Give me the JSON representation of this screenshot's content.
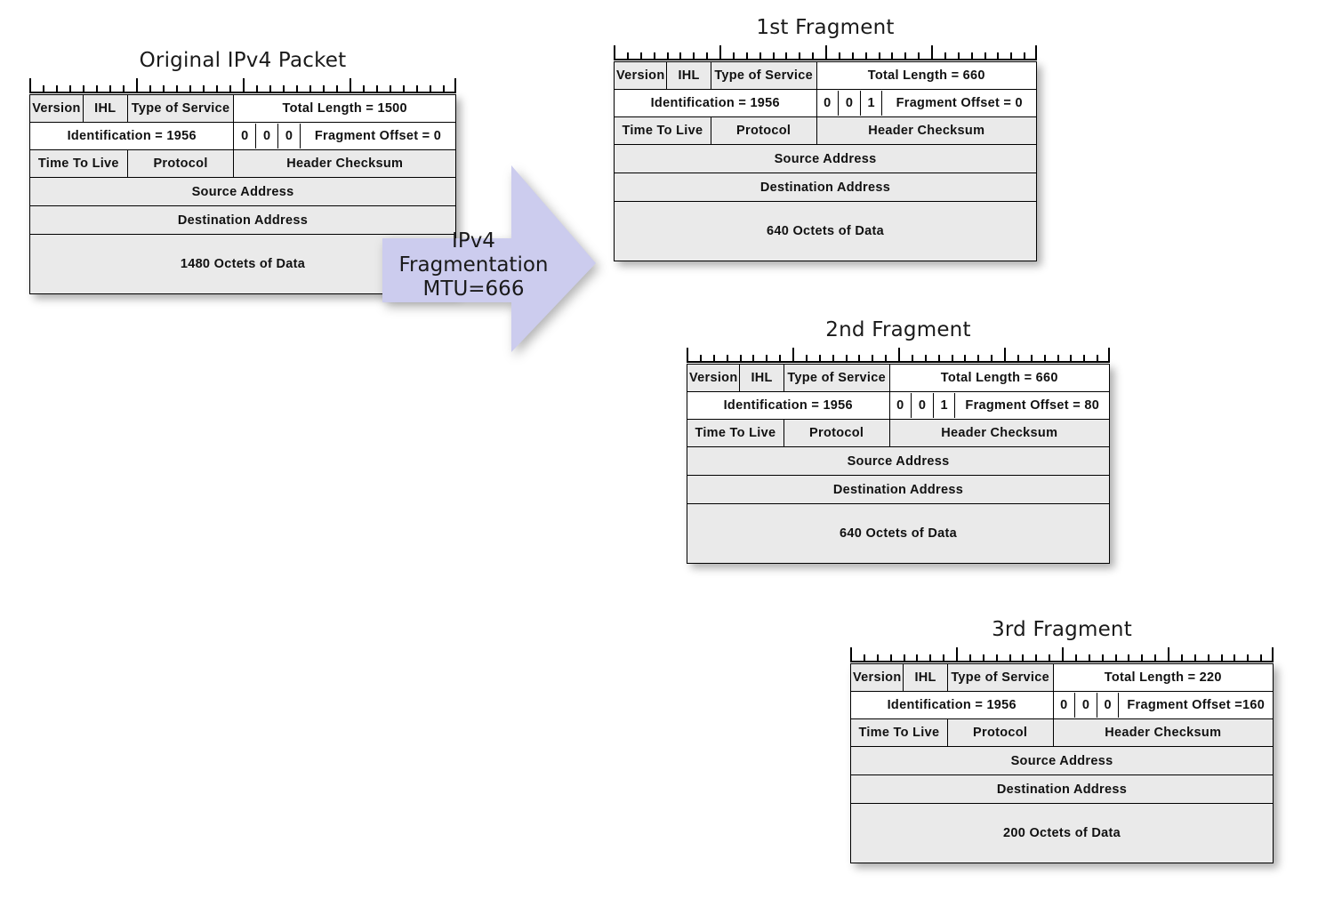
{
  "page": {
    "background": "#ffffff",
    "accent_arrow_fill": "#ccccee",
    "cell_gray": "#eaeaea",
    "cell_white": "#ffffff"
  },
  "arrow": {
    "name": "ipv4-fragmentation-arrow",
    "label": "IPv4 Fragmentation\nMTU=666",
    "fill": "#ccccee"
  },
  "packets": [
    {
      "id": "original",
      "title": "Original IPv4 Packet",
      "row1": {
        "version": "Version",
        "ihl": "IHL",
        "tos": "Type of Service",
        "total_length": "Total Length = 1500"
      },
      "row2": {
        "identification": "Identification = 1956",
        "flag1": "0",
        "flag2": "0",
        "flag3": "0",
        "fragment_offset": "Fragment Offset = 0"
      },
      "row3": {
        "ttl": "Time To Live",
        "protocol": "Protocol",
        "checksum": "Header Checksum"
      },
      "source_address": "Source Address",
      "destination_address": "Destination Address",
      "data": "1480 Octets of Data"
    },
    {
      "id": "fragment-1",
      "title": "1st Fragment",
      "row1": {
        "version": "Version",
        "ihl": "IHL",
        "tos": "Type of Service",
        "total_length": "Total Length = 660"
      },
      "row2": {
        "identification": "Identification = 1956",
        "flag1": "0",
        "flag2": "0",
        "flag3": "1",
        "fragment_offset": "Fragment Offset = 0"
      },
      "row3": {
        "ttl": "Time To Live",
        "protocol": "Protocol",
        "checksum": "Header Checksum"
      },
      "source_address": "Source Address",
      "destination_address": "Destination Address",
      "data": "640 Octets of Data"
    },
    {
      "id": "fragment-2",
      "title": "2nd Fragment",
      "row1": {
        "version": "Version",
        "ihl": "IHL",
        "tos": "Type of Service",
        "total_length": "Total Length = 660"
      },
      "row2": {
        "identification": "Identification = 1956",
        "flag1": "0",
        "flag2": "0",
        "flag3": "1",
        "fragment_offset": "Fragment Offset = 80"
      },
      "row3": {
        "ttl": "Time To Live",
        "protocol": "Protocol",
        "checksum": "Header Checksum"
      },
      "source_address": "Source Address",
      "destination_address": "Destination Address",
      "data": "640 Octets of Data"
    },
    {
      "id": "fragment-3",
      "title": "3rd Fragment",
      "row1": {
        "version": "Version",
        "ihl": "IHL",
        "tos": "Type of Service",
        "total_length": "Total Length = 220"
      },
      "row2": {
        "identification": "Identification = 1956",
        "flag1": "0",
        "flag2": "0",
        "flag3": "0",
        "fragment_offset": "Fragment Offset =160"
      },
      "row3": {
        "ttl": "Time To Live",
        "protocol": "Protocol",
        "checksum": "Header Checksum"
      },
      "source_address": "Source Address",
      "destination_address": "Destination Address",
      "data": "200 Octets of Data"
    }
  ]
}
